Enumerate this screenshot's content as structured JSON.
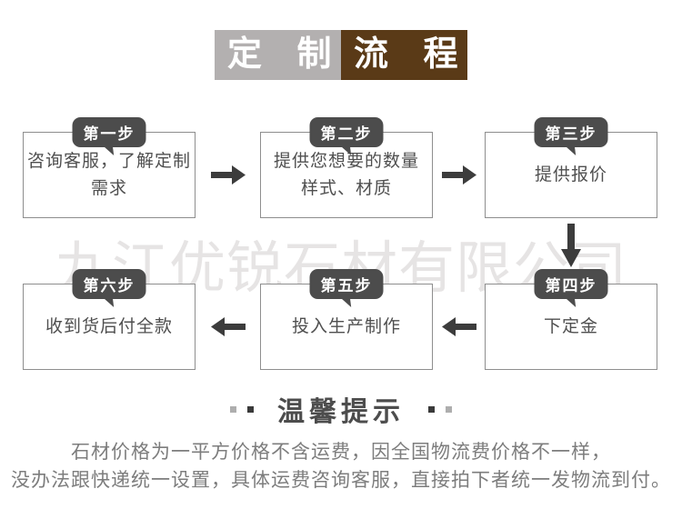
{
  "title": {
    "left": "定 制",
    "right": "流 程"
  },
  "watermark": "九江优锐石材有限公司",
  "steps": [
    {
      "badge": "第一步",
      "text": "咨询客服，了解定制\n需求"
    },
    {
      "badge": "第二步",
      "text": "提供您想要的数量\n样式、材质"
    },
    {
      "badge": "第三步",
      "text": "提供报价"
    },
    {
      "badge": "第四步",
      "text": "下定金"
    },
    {
      "badge": "第五步",
      "text": "投入生产制作"
    },
    {
      "badge": "第六步",
      "text": "收到货后付全款"
    }
  ],
  "tips": {
    "heading": "温馨提示",
    "line1": "石材价格为一平方价格不含运费，因全国物流费价格不一样，",
    "line2": "没办法跟快递统一设置，具体运费咨询客服，直接拍下者统一发物流到付。"
  },
  "colors": {
    "title_left_bg": "#b3b0b0",
    "title_right_bg": "#5a3a17",
    "badge_bg": "#4c4c4c",
    "arrow": "#3c3c3c",
    "box_border": "#8e8e8e",
    "box_text": "#4f4f4f",
    "watermark_text": "#e6e4e4",
    "note_text": "#7d7d7d"
  }
}
